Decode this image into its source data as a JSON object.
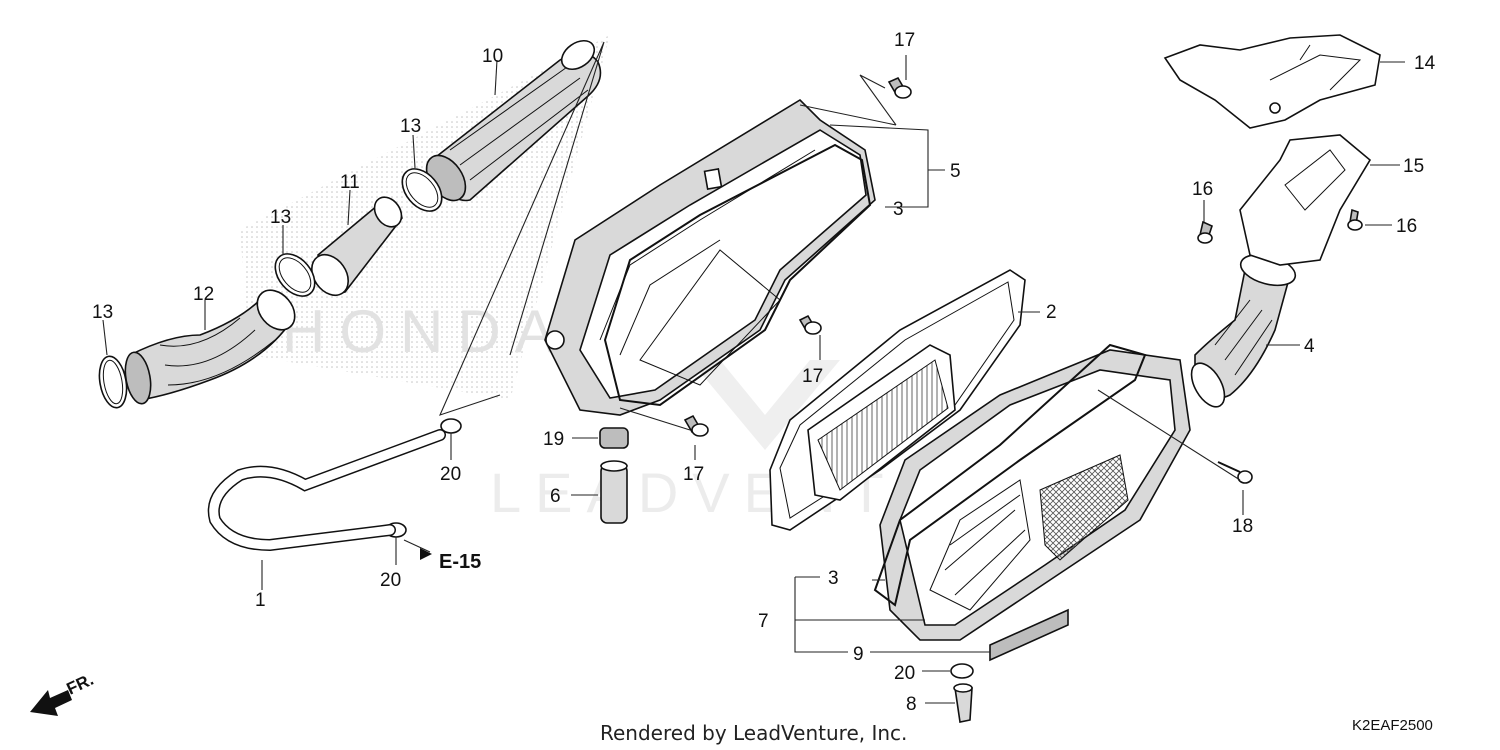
{
  "diagram": {
    "callouts": {
      "c1": "1",
      "c2": "2",
      "c3a": "3",
      "c3b": "3",
      "c4": "4",
      "c5": "5",
      "c6": "6",
      "c7": "7",
      "c8": "8",
      "c9": "9",
      "c10": "10",
      "c11": "11",
      "c12": "12",
      "c13a": "13",
      "c13b": "13",
      "c13c": "13",
      "c14": "14",
      "c15": "15",
      "c16a": "16",
      "c16b": "16",
      "c17a": "17",
      "c17b": "17",
      "c17c": "17",
      "c18": "18",
      "c19": "19",
      "c20a": "20",
      "c20b": "20",
      "c20c": "20"
    },
    "reference_label": "E-15",
    "front_indicator": "FR.",
    "watermark_brand": "HONDA",
    "watermark_text": "LEADVENTURE",
    "credit": "Rendered by LeadVenture, Inc.",
    "diagram_code": "K2EAF2500"
  }
}
